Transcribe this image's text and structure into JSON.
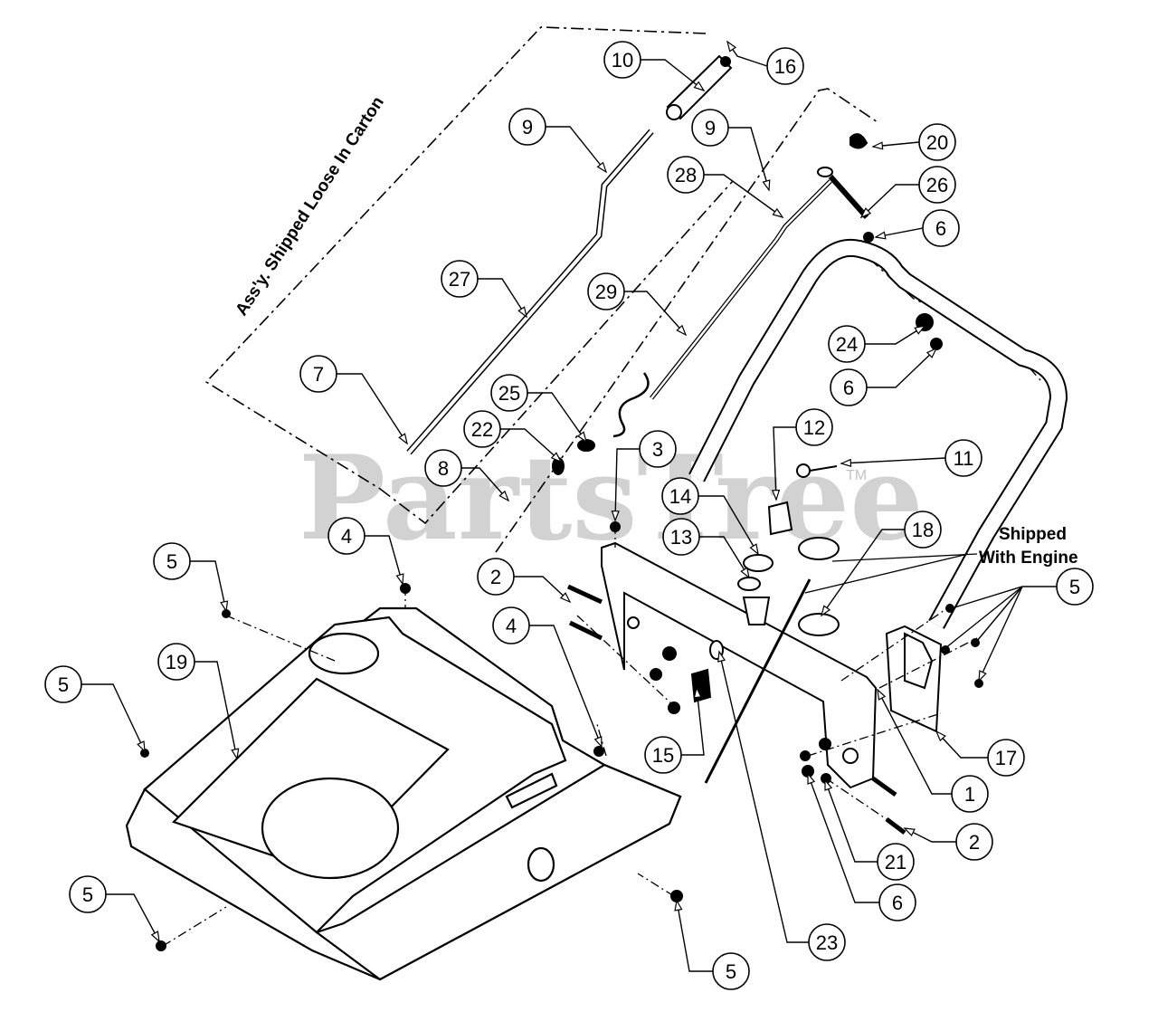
{
  "watermark": {
    "text": "PartsTree",
    "trademark": "TM"
  },
  "notes": {
    "carton": "Ass'y. Shipped Loose In Carton",
    "engine_line1": "Shipped",
    "engine_line2": "With Engine"
  },
  "callouts": [
    {
      "label": "10"
    },
    {
      "label": "16"
    },
    {
      "label": "9"
    },
    {
      "label": "9"
    },
    {
      "label": "20"
    },
    {
      "label": "28"
    },
    {
      "label": "26"
    },
    {
      "label": "6"
    },
    {
      "label": "27"
    },
    {
      "label": "29"
    },
    {
      "label": "24"
    },
    {
      "label": "7"
    },
    {
      "label": "6"
    },
    {
      "label": "25"
    },
    {
      "label": "12"
    },
    {
      "label": "22"
    },
    {
      "label": "3"
    },
    {
      "label": "11"
    },
    {
      "label": "8"
    },
    {
      "label": "14"
    },
    {
      "label": "13"
    },
    {
      "label": "18"
    },
    {
      "label": "4"
    },
    {
      "label": "5"
    },
    {
      "label": "2"
    },
    {
      "label": "5"
    },
    {
      "label": "4"
    },
    {
      "label": "19"
    },
    {
      "label": "5"
    },
    {
      "label": "15"
    },
    {
      "label": "17"
    },
    {
      "label": "1"
    },
    {
      "label": "2"
    },
    {
      "label": "21"
    },
    {
      "label": "6"
    },
    {
      "label": "5"
    },
    {
      "label": "23"
    },
    {
      "label": "5"
    }
  ]
}
